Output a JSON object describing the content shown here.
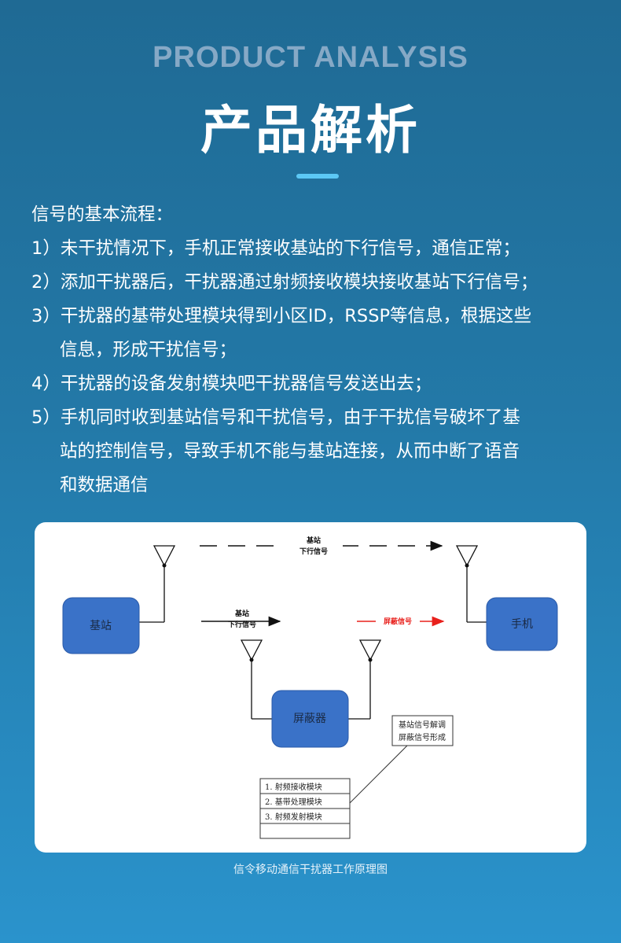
{
  "header": {
    "en_title": "PRODUCT ANALYSIS",
    "cn_title": "产品解析"
  },
  "body": {
    "lines": [
      "信号的基本流程：",
      "1）未干扰情况下，手机正常接收基站的下行信号，通信正常；",
      "2）添加干扰器后，干扰器通过射频接收模块接收基站下行信号；",
      "3）干扰器的基带处理模块得到小区ID，RSSP等信息，根据这些",
      "信息，形成干扰信号；",
      "4）干扰器的设备发射模块吧干扰器信号发送出去；",
      "5）手机同时收到基站信号和干扰信号，由于干扰信号破坏了基",
      "站的控制信号，导致手机不能与基站连接，从而中断了语音",
      "和数据通信"
    ]
  },
  "diagram": {
    "nodes": {
      "base_station": "基站",
      "phone": "手机",
      "jammer": "屏蔽器"
    },
    "labels": {
      "top_line1": "基站",
      "top_line2": "下行信号",
      "mid_line1": "基站",
      "mid_line2": "下行信号",
      "jam_signal": "屏蔽信号"
    },
    "note": {
      "line1": "基站信号解调",
      "line2": "屏蔽信号形成"
    },
    "modules": [
      "1.  射频接收模块",
      "2.  基带处理模块",
      "3.  射频发射模块",
      ""
    ],
    "colors": {
      "node_fill": "#3a72c8",
      "jam_signal": "#e8201c"
    }
  },
  "caption": "信令移动通信干扰器工作原理图"
}
